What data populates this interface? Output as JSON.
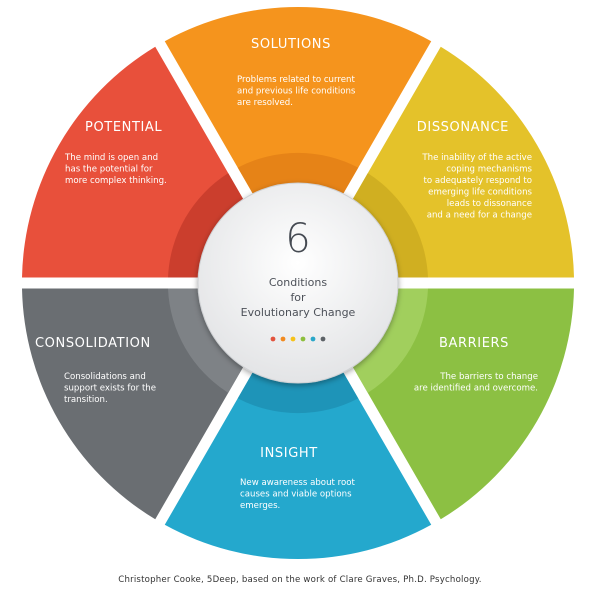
{
  "center": {
    "number": "6",
    "lines": [
      "Conditions",
      "for",
      "Evolutionary Change"
    ],
    "dots": [
      "#e2533d",
      "#f18a1f",
      "#f6c21a",
      "#8dbf3d",
      "#2aa7c9",
      "#5d6267"
    ]
  },
  "segments": [
    {
      "key": "solutions",
      "title": "SOLUTIONS",
      "desc": [
        "Problems related to current",
        "and previous life conditions",
        "are resolved."
      ],
      "color": "#f5941d",
      "accent": "#e07e15"
    },
    {
      "key": "dissonance",
      "title": "DISSONANCE",
      "desc": [
        "The inability of the active",
        "coping mechanisms",
        "to adequately respond to",
        "emerging life conditions",
        "leads to dissonance",
        "and a need for a change"
      ],
      "color": "#e4c22a",
      "accent": "#c9a81f"
    },
    {
      "key": "barriers",
      "title": "BARRIERS",
      "desc": [
        "The barriers to change",
        "are identified and overcome."
      ],
      "color": "#8cc043",
      "accent": "#a8d466"
    },
    {
      "key": "insight",
      "title": "INSIGHT",
      "desc": [
        "New awareness about root",
        "causes and viable options",
        "emerges."
      ],
      "color": "#24a8cd",
      "accent": "#1c8db0"
    },
    {
      "key": "consolidation",
      "title": "CONSOLIDATION",
      "desc": [
        "Consolidations and",
        "support exists for the",
        "transition."
      ],
      "color": "#6a6e72",
      "accent": "#85898d"
    },
    {
      "key": "potential",
      "title": "POTENTIAL",
      "desc": [
        "The mind is open and",
        "has the potential for",
        "more complex thinking."
      ],
      "color": "#e8503b",
      "accent": "#c2382a"
    }
  ],
  "credit": "Christopher Cooke, 5Deep, based on the work of Clare Graves, Ph.D. Psychology."
}
